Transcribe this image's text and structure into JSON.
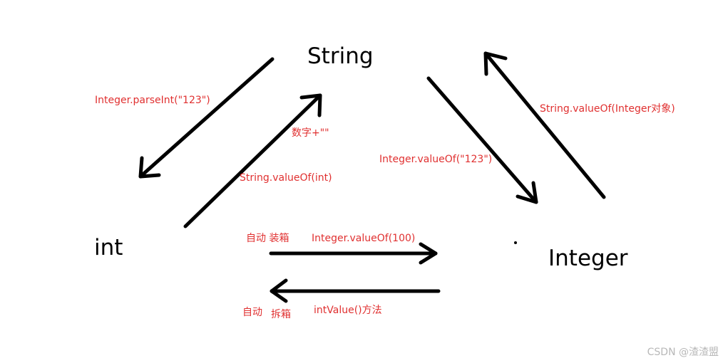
{
  "nodes": {
    "string": "String",
    "int": "int",
    "integer": "Integer"
  },
  "edges": {
    "string_to_int": "Integer.parseInt(\"123\")",
    "int_to_string_concat": "数字+\"\"",
    "int_to_string_valueof": "String.valueOf(int)",
    "string_to_integer": "Integer.valueOf(\"123\")",
    "integer_to_string": "String.valueOf(Integer对象)",
    "autobox_label": "自动 装箱",
    "int_to_integer": "Integer.valueOf(100)",
    "unbox_part1": "自动",
    "unbox_part2": "拆箱",
    "integer_to_int": "intValue()方法"
  },
  "watermark": "CSDN @渣渣盟",
  "colors": {
    "label": "#e03030",
    "arrow": "#000000",
    "watermark": "#b8b8b8"
  }
}
